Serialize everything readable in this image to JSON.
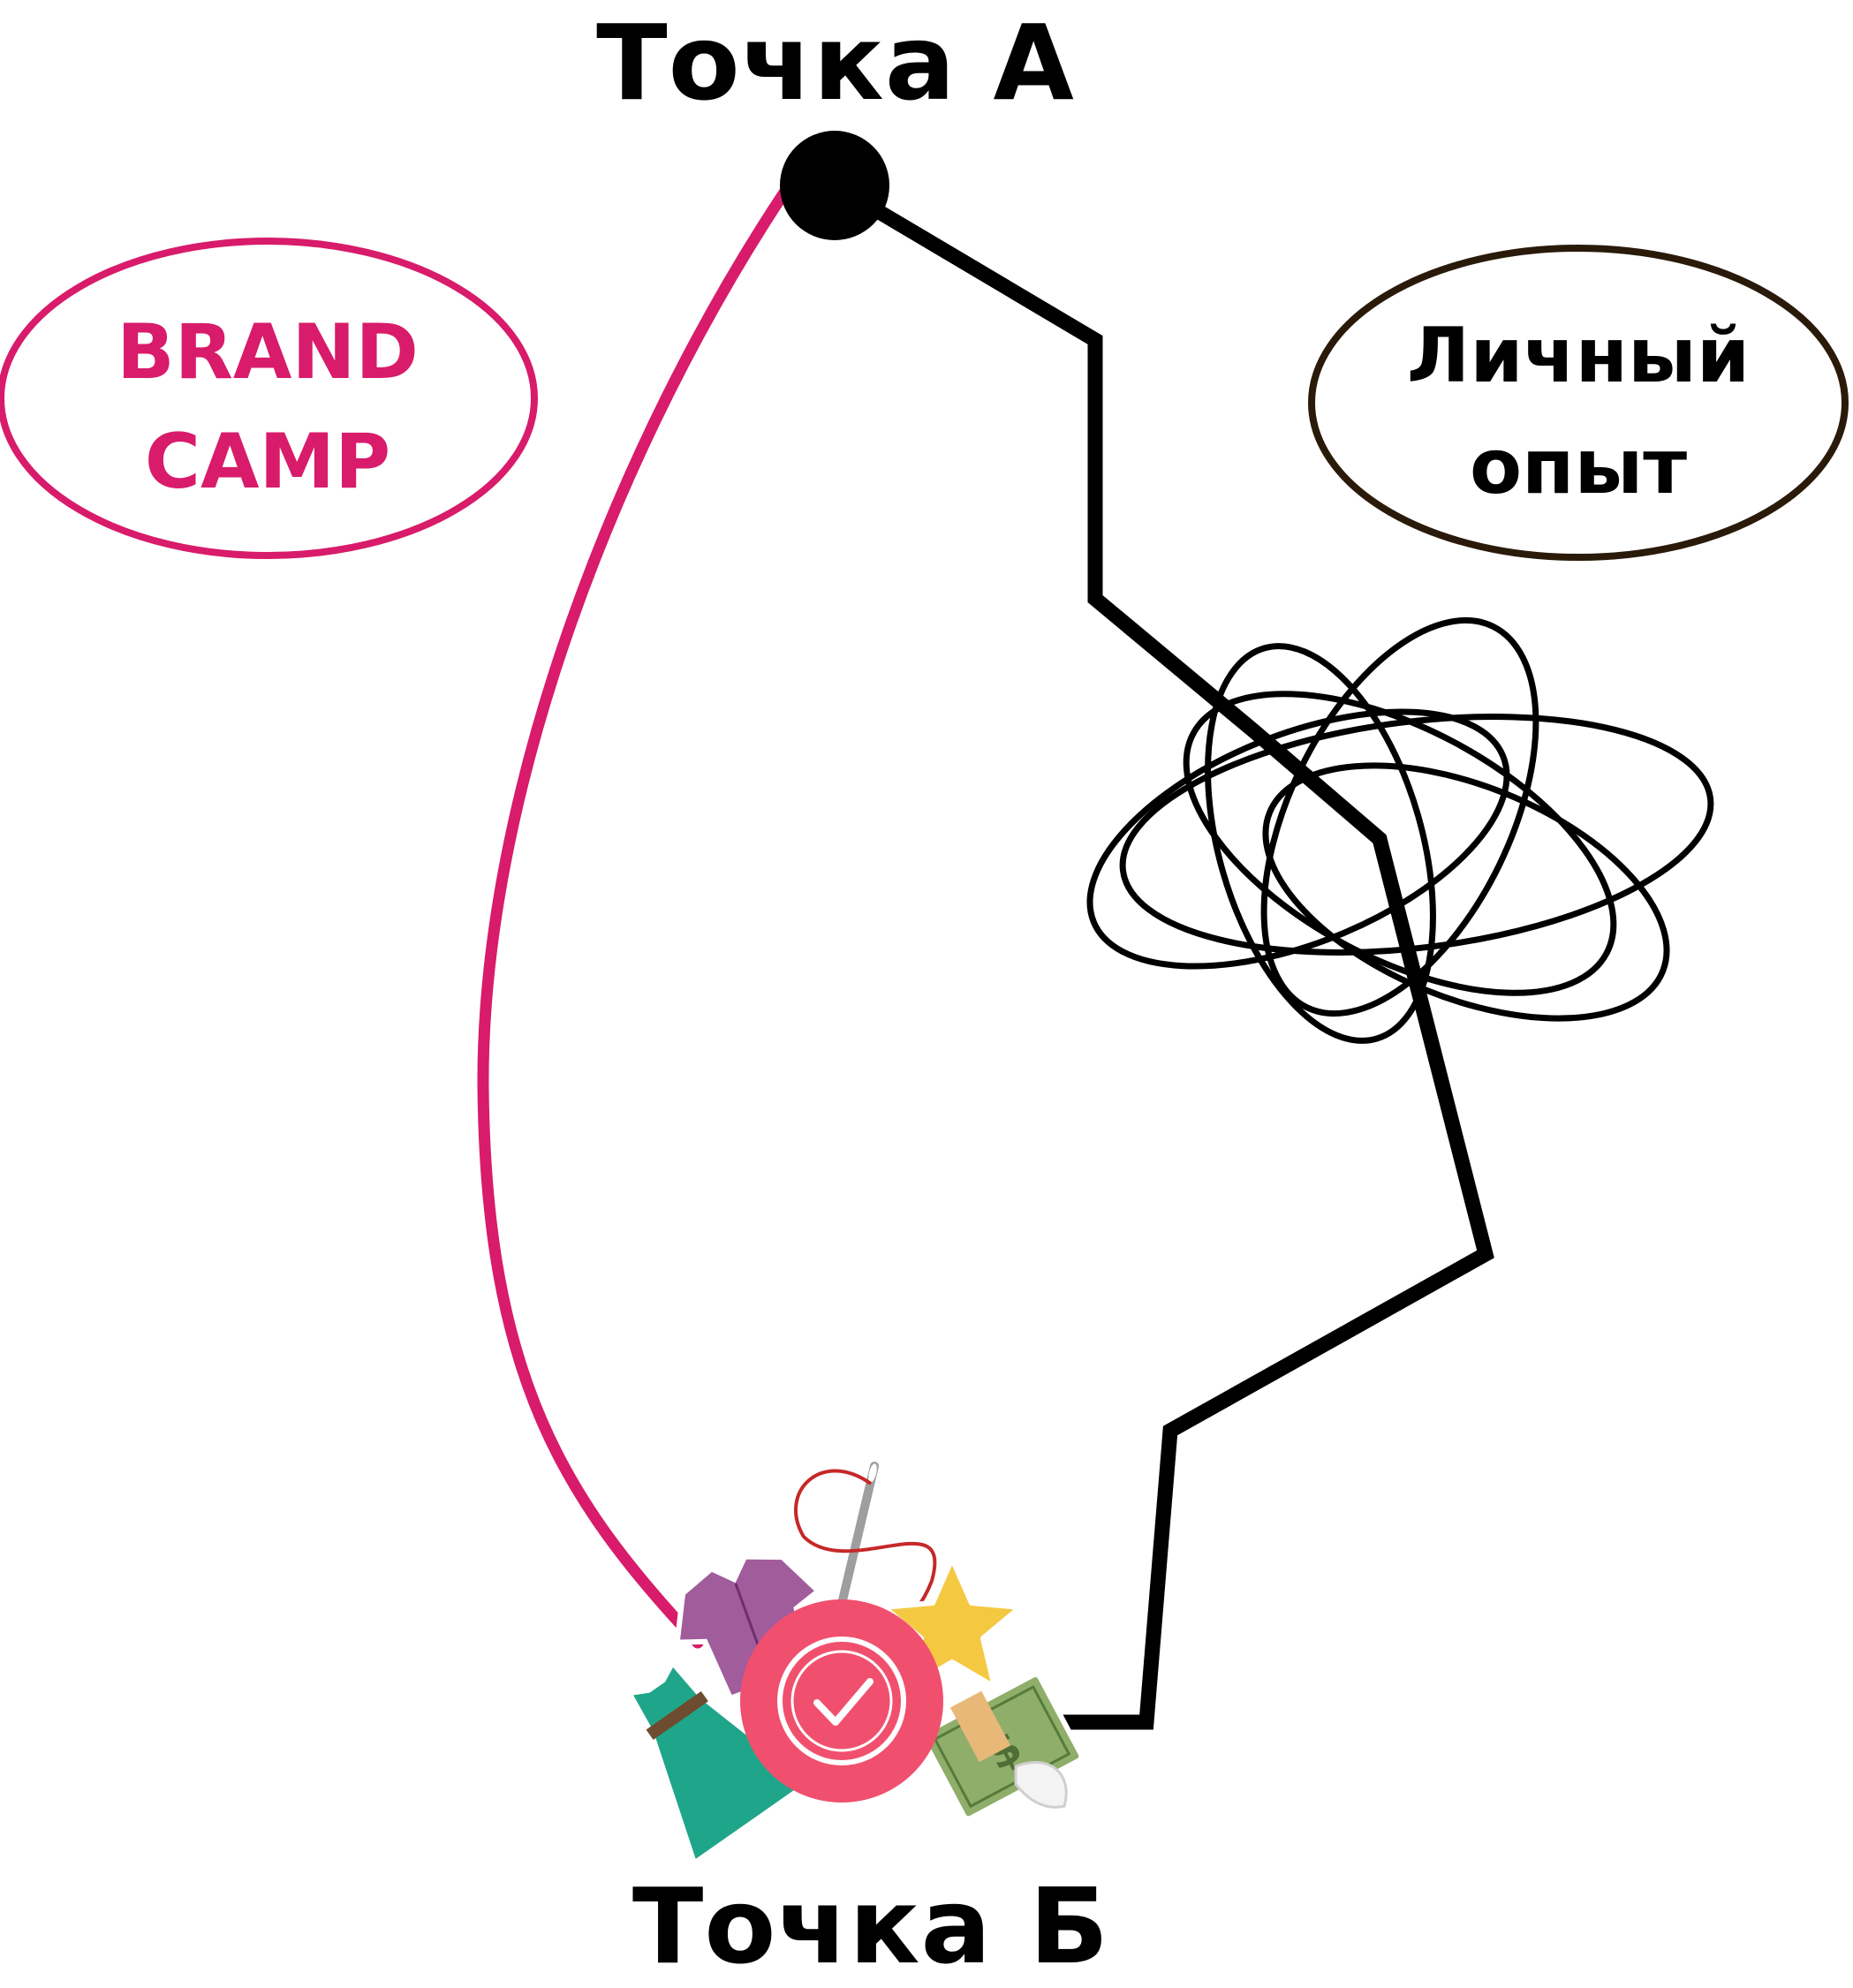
{
  "point_a": {
    "label": "Точка А"
  },
  "point_b": {
    "label": "Точка Б"
  },
  "brand_camp": {
    "line1": "BRAND",
    "line2": "CAMP",
    "color": "#d81b6a"
  },
  "personal_experience": {
    "line1": "Личный",
    "line2": "опыт",
    "border_color": "#2a1a0a"
  },
  "colors": {
    "pink_path": "#d81b6a",
    "black_path": "#000000",
    "check_badge": "#f0506e"
  },
  "icons": [
    "shirt-icon",
    "dress-icon",
    "needle-thread-icon",
    "star-icon",
    "money-wings-icon",
    "check-badge-icon"
  ]
}
